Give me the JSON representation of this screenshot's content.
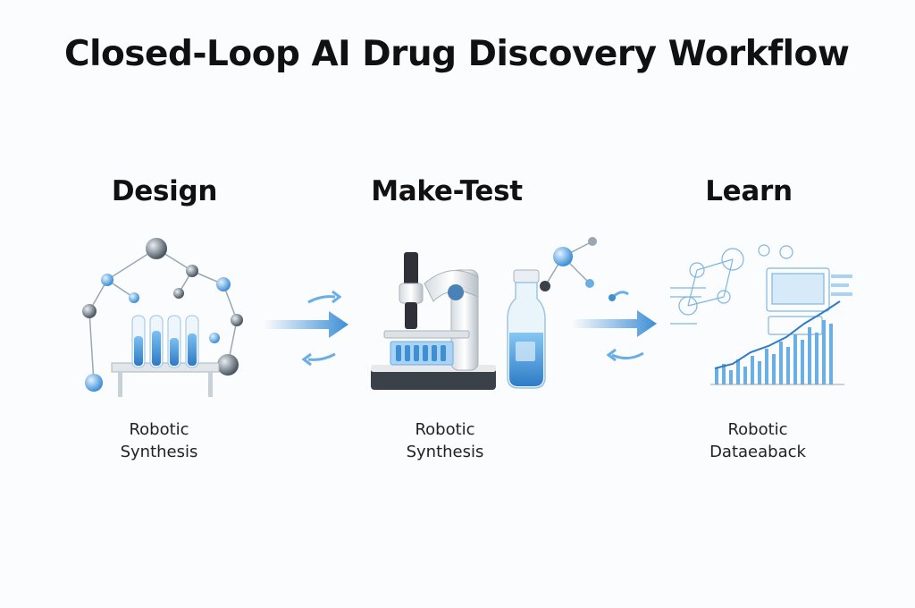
{
  "title": "Closed-Loop AI Drug Discovery Workflow",
  "stages": [
    {
      "heading": "Design",
      "caption_line1": "Robotic",
      "caption_line2": "Synthesis",
      "icon": "test-tubes-molecules-icon"
    },
    {
      "heading": "Make-Test",
      "caption_line1": "Robotic",
      "caption_line2": "Synthesis",
      "icon": "microscope-flask-icon"
    },
    {
      "heading": "Learn",
      "caption_line1": "Robotic",
      "caption_line2": "Dataeaback",
      "icon": "data-dashboard-icon"
    }
  ],
  "colors": {
    "accent_blue": "#3d8fd6",
    "light_blue": "#a9d2f3",
    "molecule_gray": "#4a5560",
    "text": "#111111"
  }
}
